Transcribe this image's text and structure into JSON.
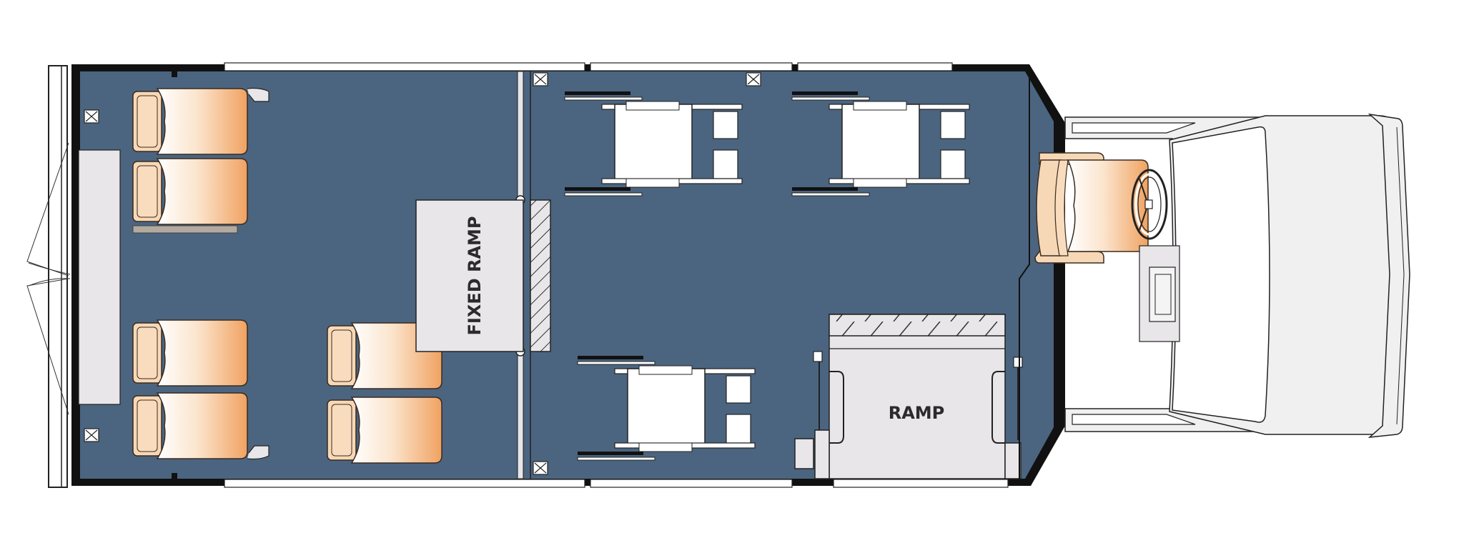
{
  "labels": {
    "fixed_ramp": "FIXED RAMP",
    "ramp": "RAMP"
  },
  "colors": {
    "floor": "#4b6580",
    "wall": "#111111",
    "fixture_light": "#e8e6e8",
    "seat_light": "#f7d8b6",
    "seat_accent": "#f0a261",
    "cab_grey": "#f0f0f0"
  },
  "layout_summary": {
    "passenger_seats": 6,
    "driver_seats": 1,
    "wheelchair_positions": 3
  }
}
